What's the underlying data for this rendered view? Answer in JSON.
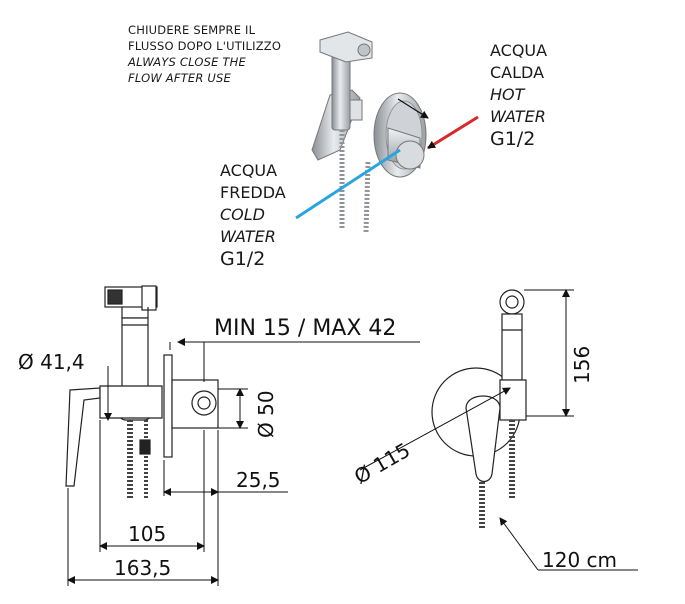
{
  "note": {
    "line1": "CHIUDERE SEMPRE IL",
    "line2": "FLUSSO DOPO L'UTILIZZO",
    "line3": "ALWAYS CLOSE THE",
    "line4": "FLOW AFTER  USE"
  },
  "hot": {
    "line1": "ACQUA",
    "line2": "CALDA",
    "line3": "HOT",
    "line4": "WATER",
    "thread": "G1/2",
    "color": "#d62a2a"
  },
  "cold": {
    "line1": "ACQUA",
    "line2": "FREDDA",
    "line3": "COLD",
    "line4": "WATER",
    "thread": "G1/2",
    "color": "#2aa4e0"
  },
  "dimensions": {
    "wall_range": "MIN 15 / MAX 42",
    "diameter_small": "Ø 41,4",
    "diameter_50": "Ø 50",
    "depth_25": "25,5",
    "length_105": "105",
    "length_total": "163,5",
    "diameter_plate": "Ø 115",
    "height_156": "156",
    "hose_length": "120 cm"
  }
}
